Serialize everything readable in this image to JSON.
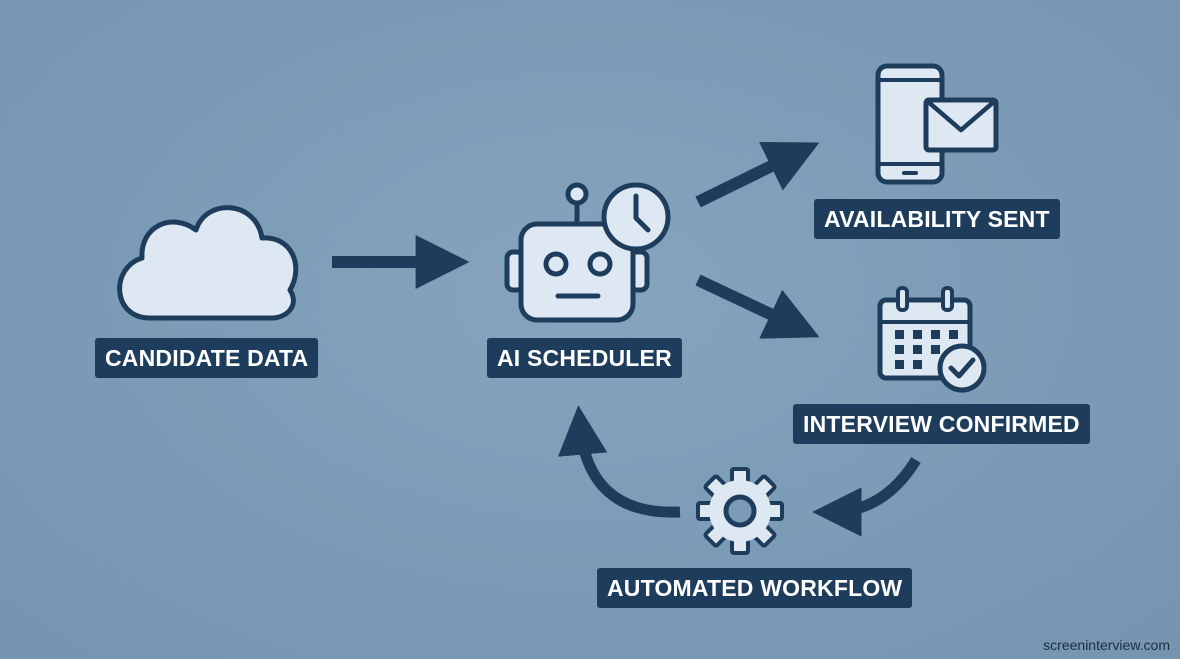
{
  "nodes": {
    "candidate_data": "CANDIDATE DATA",
    "ai_scheduler": "AI SCHEDULER",
    "availability_sent": "AVAILABILITY SENT",
    "interview_confirmed": "INTERVIEW CONFIRMED",
    "automated_workflow": "AUTOMATED WORKFLOW"
  },
  "icons": {
    "candidate_data": "cloud-icon",
    "ai_scheduler": "robot-clock-icon",
    "availability_sent": "phone-mail-icon",
    "interview_confirmed": "calendar-check-icon",
    "automated_workflow": "gear-icon"
  },
  "colors": {
    "background": "#7b9bb6",
    "navy": "#1e3d5c",
    "icon_fill": "#dde8f3"
  },
  "watermark": "screeninterview.com"
}
